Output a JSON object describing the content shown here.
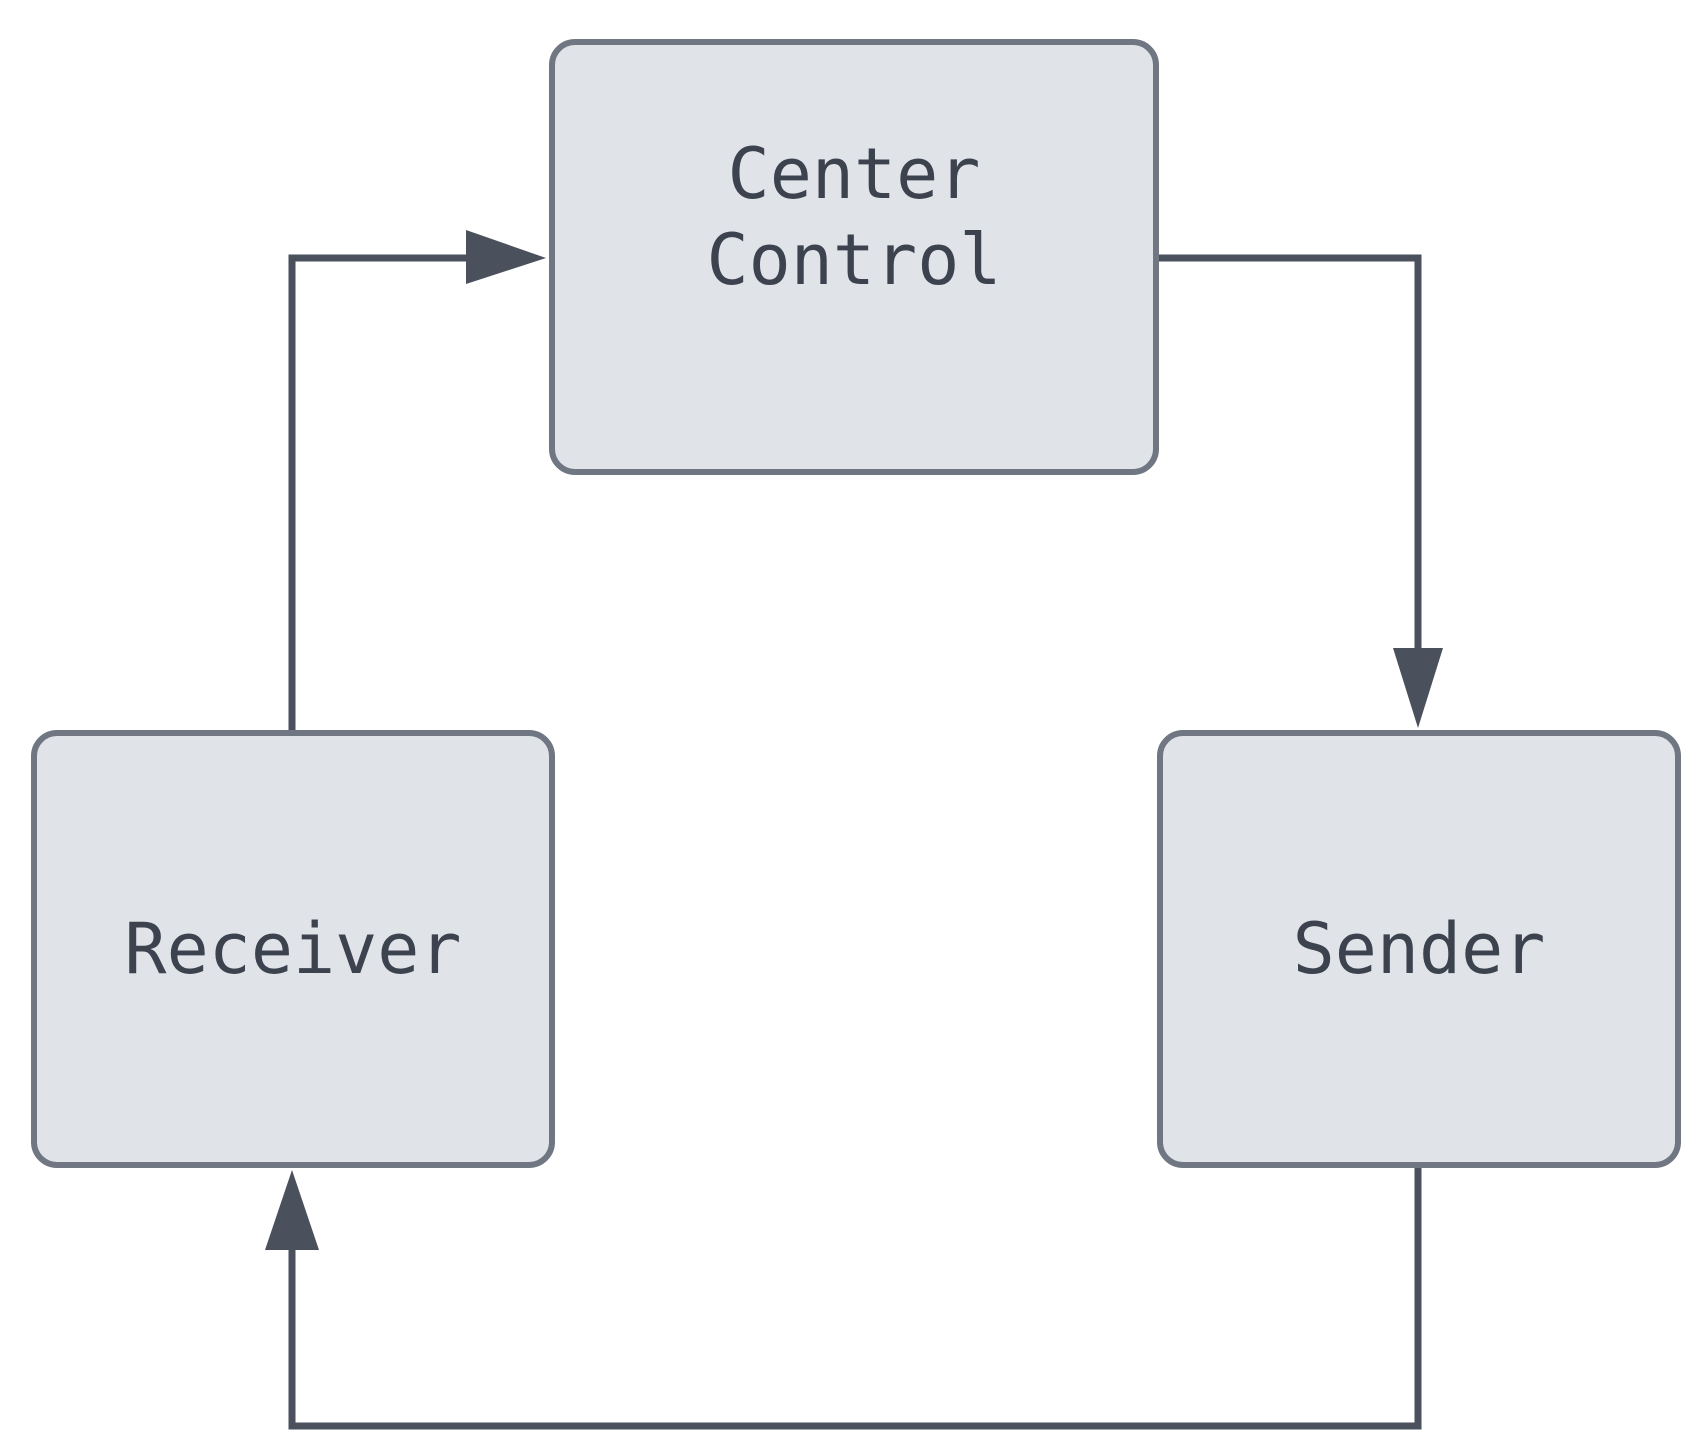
{
  "diagram": {
    "nodes": {
      "center_control": {
        "label": "Center\nControl"
      },
      "receiver": {
        "label": "Receiver"
      },
      "sender": {
        "label": "Sender"
      }
    },
    "edges": [
      {
        "from": "receiver",
        "to": "center_control"
      },
      {
        "from": "center_control",
        "to": "sender"
      },
      {
        "from": "sender",
        "to": "receiver"
      }
    ],
    "colors": {
      "node_fill": "#e0e3e8",
      "node_border": "#707782",
      "edge": "#4a515c",
      "text": "#3c434f"
    }
  }
}
